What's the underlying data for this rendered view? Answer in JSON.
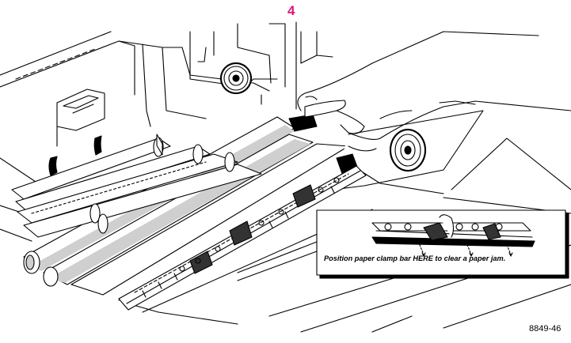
{
  "figure": {
    "callout_number": "4",
    "inset_caption": "Position paper clamp bar HERE to clear a paper jam.",
    "figure_number": "8849-46"
  },
  "icons": [
    "gear-icon",
    "hand-icon",
    "paper-clamp-bar-icon",
    "roller-icon",
    "callout-arrow-icon"
  ],
  "colors": {
    "callout": "#e0127a",
    "line": "#000000",
    "background": "#ffffff",
    "shade": "#cfcfcf"
  }
}
